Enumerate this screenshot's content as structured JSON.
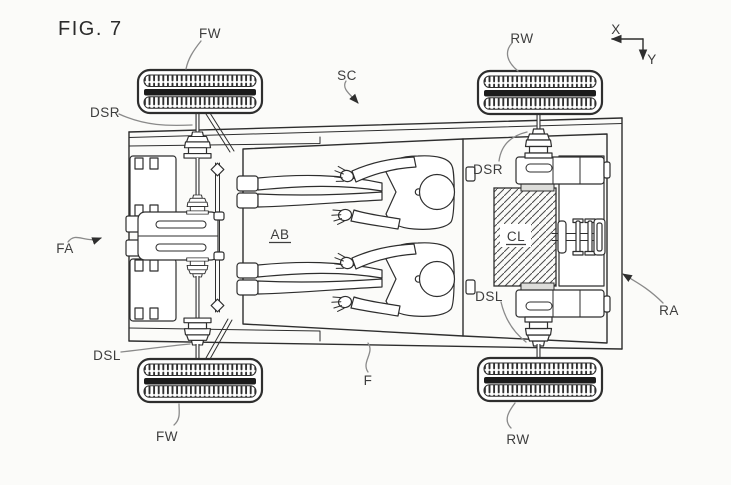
{
  "figure": {
    "title": "FIG. 7"
  },
  "labels": {
    "fw_top": "FW",
    "rw_top": "RW",
    "sc": "SC",
    "dsr_front": "DSR",
    "dsr_rear": "DSR",
    "fa": "FA",
    "ab": "AB",
    "cl": "CL",
    "dsl_front": "DSL",
    "dsl_rear": "DSL",
    "ra": "RA",
    "f": "F",
    "fw_bottom": "FW",
    "rw_bottom": "RW"
  },
  "axes": {
    "x": "X",
    "y": "Y"
  },
  "colors": {
    "line": "#2e2e2e",
    "label": "#3d3d3d",
    "leader": "#8a8a8a",
    "background": "#fbfbf9",
    "tread_dark": "#1c1c1c"
  }
}
